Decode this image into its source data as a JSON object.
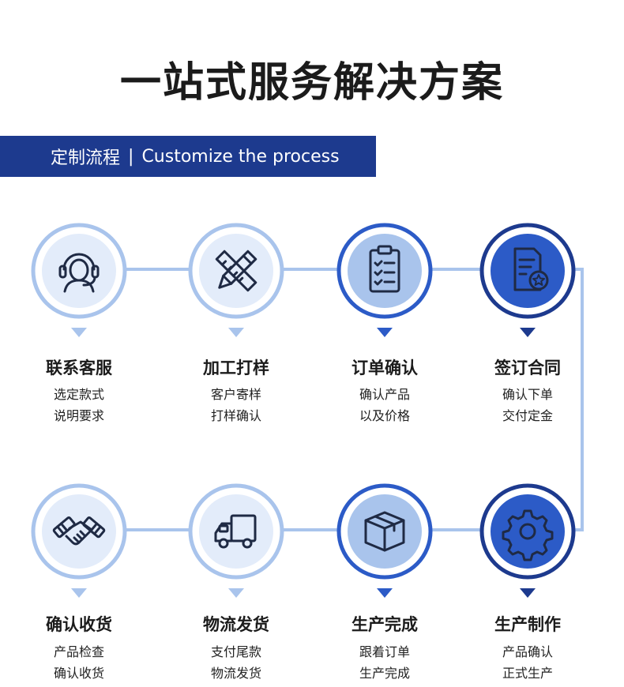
{
  "header": {
    "title": "一站式服务解决方案",
    "banner_cn": "定制流程",
    "banner_sep": "|",
    "banner_en": "Customize the process"
  },
  "colors": {
    "dark_blue": "#1d3a8e",
    "mid_blue": "#2c5bc7",
    "light_blue": "#a9c4ec",
    "pale_blue": "#e3ecfa",
    "icon_stroke": "#1f2a44"
  },
  "steps": [
    {
      "title": "联系客服",
      "line1": "选定款式",
      "line2": "说明要求",
      "icon": "customer-service-icon",
      "style": "light"
    },
    {
      "title": "加工打样",
      "line1": "客户寄样",
      "line2": "打样确认",
      "icon": "pencil-ruler-icon",
      "style": "light"
    },
    {
      "title": "订单确认",
      "line1": "确认产品",
      "line2": "以及价格",
      "icon": "clipboard-checklist-icon",
      "style": "mid"
    },
    {
      "title": "签订合同",
      "line1": "确认下单",
      "line2": "交付定金",
      "icon": "contract-star-icon",
      "style": "dark"
    },
    {
      "title": "确认收货",
      "line1": "产品检查",
      "line2": "确认收货",
      "icon": "handshake-icon",
      "style": "light"
    },
    {
      "title": "物流发货",
      "line1": "支付尾款",
      "line2": "物流发货",
      "icon": "delivery-truck-icon",
      "style": "light"
    },
    {
      "title": "生产完成",
      "line1": "跟着订单",
      "line2": "生产完成",
      "icon": "package-box-icon",
      "style": "mid"
    },
    {
      "title": "生产制作",
      "line1": "产品确认",
      "line2": "正式生产",
      "icon": "gear-icon",
      "style": "dark"
    }
  ]
}
